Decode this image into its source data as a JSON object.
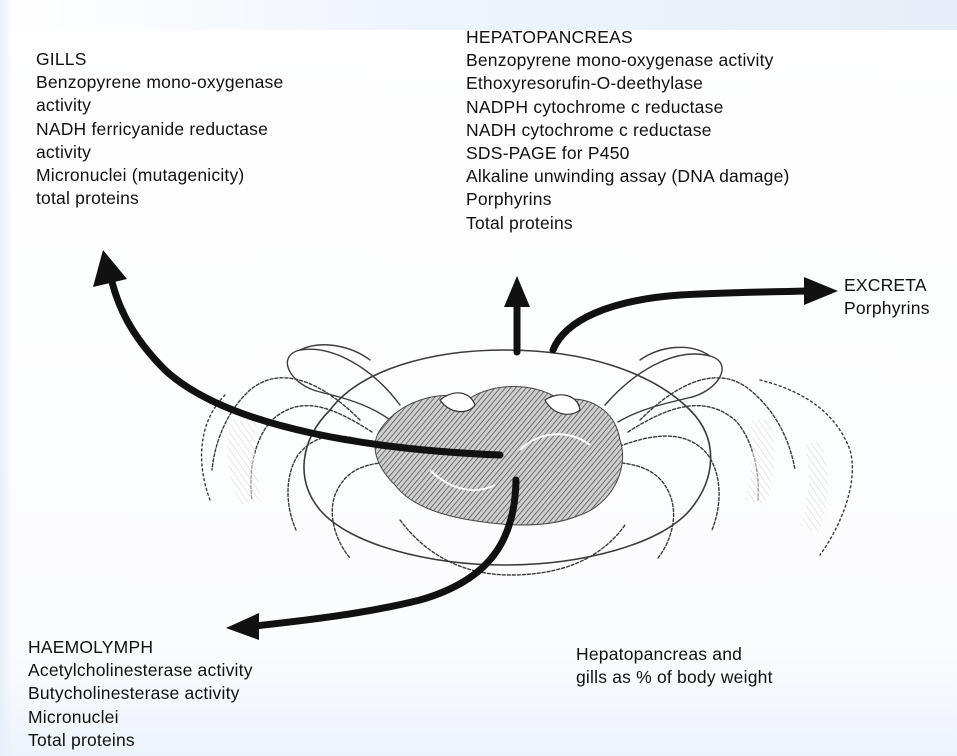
{
  "gills": {
    "title": "GILLS",
    "items": [
      "Benzopyrene mono-oxygenase",
      "activity",
      "NADH ferricyanide reductase",
      "activity",
      "Micronuclei (mutagenicity)",
      "total proteins"
    ]
  },
  "hepatopancreas": {
    "title": "HEPATOPANCREAS",
    "items": [
      "Benzopyrene mono-oxygenase activity",
      "Ethoxyresorufin-O-deethylase",
      "NADPH cytochrome c reductase",
      "NADH cytochrome c reductase",
      "SDS-PAGE for P450",
      "Alkaline unwinding assay (DNA damage)",
      "Porphyrins",
      "Total proteins"
    ]
  },
  "excreta": {
    "title": "EXCRETA",
    "items": [
      "Porphyrins"
    ]
  },
  "haemolymph": {
    "title": "HAEMOLYMPH",
    "items": [
      "Acetylcholinesterase activity",
      "Butycholinesterase activity",
      "Micronuclei",
      "Total proteins"
    ]
  },
  "note": {
    "lines": [
      "Hepatopancreas and",
      "gills as % of body weight"
    ]
  },
  "colors": {
    "ink": "#111111",
    "shading": "#3a3a3a",
    "background": "#ffffff"
  },
  "icons": {
    "crab": "crab-illustration"
  }
}
